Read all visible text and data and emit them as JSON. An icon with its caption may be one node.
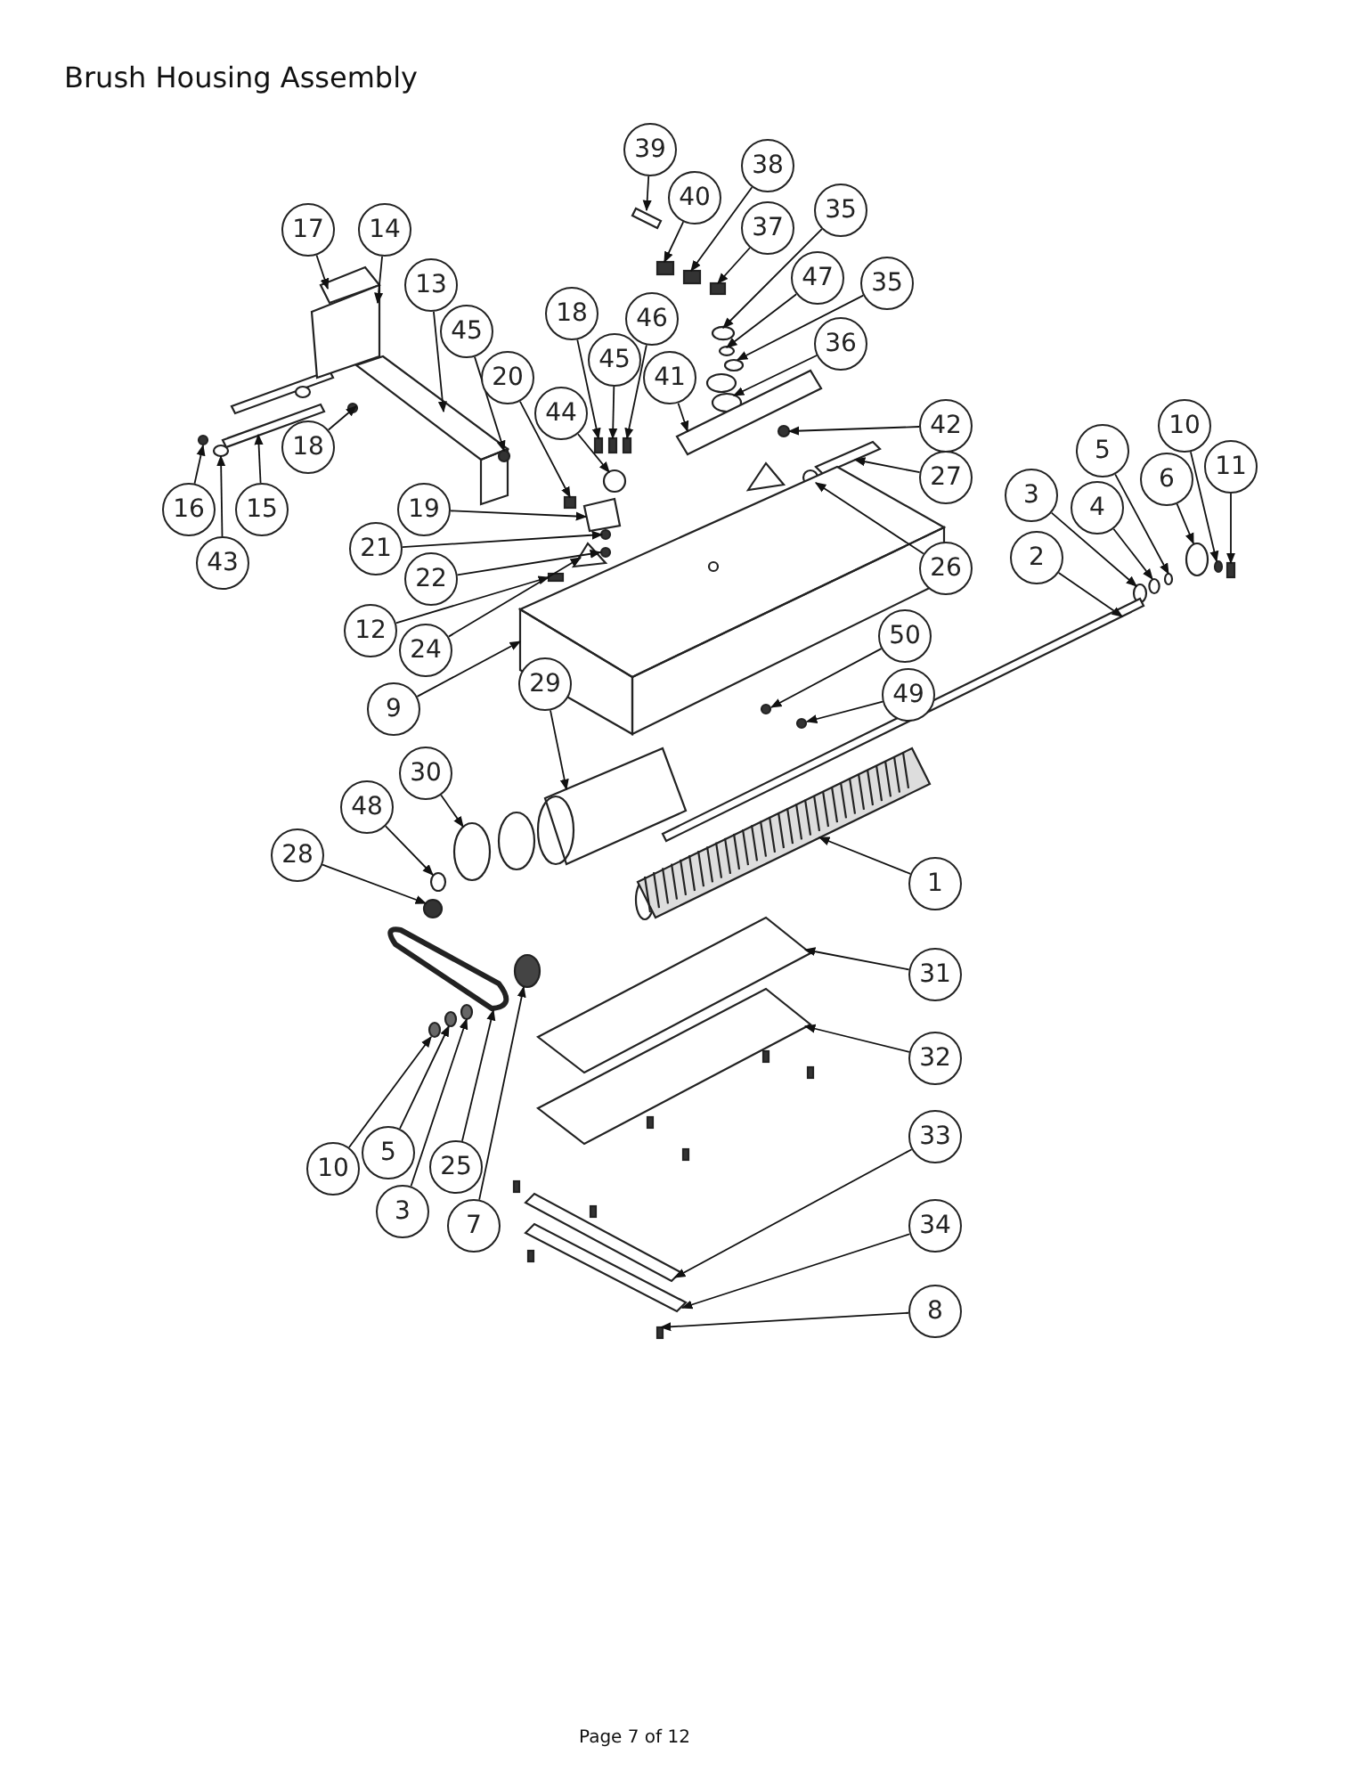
{
  "diagram": {
    "title": "Brush Housing Assembly",
    "nodes": [
      {
        "text": [
          "39"
        ]
      },
      {
        "text": [
          "40"
        ]
      },
      {
        "text": [
          "38"
        ]
      },
      {
        "text": [
          "37"
        ]
      },
      {
        "text": [
          "35"
        ]
      },
      {
        "text": [
          "47"
        ]
      },
      {
        "text": [
          "35"
        ]
      },
      {
        "text": [
          "36"
        ]
      },
      {
        "text": [
          "17"
        ]
      },
      {
        "text": [
          "14"
        ]
      },
      {
        "text": [
          "13"
        ]
      },
      {
        "text": [
          "45"
        ]
      },
      {
        "text": [
          "18"
        ]
      },
      {
        "text": [
          "45"
        ]
      },
      {
        "text": [
          "46"
        ]
      },
      {
        "text": [
          "20"
        ]
      },
      {
        "text": [
          "44"
        ]
      },
      {
        "text": [
          "41"
        ]
      },
      {
        "text": [
          "42"
        ]
      },
      {
        "text": [
          "27"
        ]
      },
      {
        "text": [
          "26"
        ]
      },
      {
        "text": [
          "18"
        ]
      },
      {
        "text": [
          "16"
        ]
      },
      {
        "text": [
          "15"
        ]
      },
      {
        "text": [
          "43"
        ]
      },
      {
        "text": [
          "19"
        ]
      },
      {
        "text": [
          "21"
        ]
      },
      {
        "text": [
          "22"
        ]
      },
      {
        "text": [
          "12"
        ]
      },
      {
        "text": [
          "24"
        ]
      },
      {
        "text": [
          "9"
        ]
      },
      {
        "text": [
          "5"
        ]
      },
      {
        "text": [
          "10"
        ]
      },
      {
        "text": [
          "4"
        ]
      },
      {
        "text": [
          "6"
        ]
      },
      {
        "text": [
          "11"
        ]
      },
      {
        "text": [
          "3"
        ]
      },
      {
        "text": [
          "2"
        ]
      },
      {
        "text": [
          "50"
        ]
      },
      {
        "text": [
          "49"
        ]
      },
      {
        "text": [
          "29"
        ]
      },
      {
        "text": [
          "30"
        ]
      },
      {
        "text": [
          "48"
        ]
      },
      {
        "text": [
          "28"
        ]
      },
      {
        "text": [
          "1"
        ]
      },
      {
        "text": [
          "31"
        ]
      },
      {
        "text": [
          "32"
        ]
      },
      {
        "text": [
          "10"
        ]
      },
      {
        "text": [
          "5"
        ]
      },
      {
        "text": [
          "25"
        ]
      },
      {
        "text": [
          "3"
        ]
      },
      {
        "text": [
          "7"
        ]
      },
      {
        "text": [
          "33"
        ]
      },
      {
        "text": [
          "34"
        ]
      },
      {
        "text": [
          "8"
        ]
      },
      {
        "text": [],
        "shape": "picture"
      },
      {
        "text": [],
        "shape": "box"
      },
      {
        "text": [],
        "shape": "box"
      },
      {
        "text": [],
        "shape": "box"
      },
      {
        "text": [],
        "shape": "circle"
      },
      {
        "text": [],
        "shape": "circle"
      },
      {
        "text": [],
        "shape": "circle"
      },
      {
        "text": [],
        "shape": "circle"
      },
      {
        "text": [],
        "shape": "picture"
      },
      {
        "text": [],
        "shape": "picture"
      },
      {
        "text": [],
        "shape": "picture"
      },
      {
        "text": [],
        "shape": "circle"
      },
      {
        "text": [],
        "shape": "box"
      },
      {
        "text": [],
        "shape": "box"
      },
      {
        "text": [],
        "shape": "box"
      },
      {
        "text": [],
        "shape": "box"
      },
      {
        "text": [],
        "shape": "circle"
      },
      {
        "text": [],
        "shape": "picture"
      },
      {
        "text": [],
        "shape": "circle"
      },
      {
        "text": [],
        "shape": "picture"
      },
      {
        "text": [],
        "shape": "circle"
      },
      {
        "text": [],
        "shape": "circle"
      },
      {
        "text": [],
        "shape": "circle"
      },
      {
        "text": [],
        "shape": "bar"
      },
      {
        "text": [],
        "shape": "circle"
      },
      {
        "text": [],
        "shape": "picture"
      },
      {
        "text": [],
        "shape": "circle"
      },
      {
        "text": [],
        "shape": "circle"
      },
      {
        "text": [],
        "shape": "box"
      },
      {
        "text": [],
        "shape": "picture"
      },
      {
        "text": [],
        "shape": "picture"
      },
      {
        "text": [],
        "shape": "circle"
      },
      {
        "text": [],
        "shape": "circle"
      },
      {
        "text": [],
        "shape": "circle"
      },
      {
        "text": [],
        "shape": "circle"
      },
      {
        "text": [],
        "shape": "box"
      },
      {
        "text": [],
        "shape": "circle"
      },
      {
        "text": [],
        "shape": "picture"
      },
      {
        "text": [],
        "shape": "circle"
      },
      {
        "text": [],
        "shape": "circle"
      },
      {
        "text": [],
        "shape": "picture"
      },
      {
        "text": [],
        "shape": "circle"
      },
      {
        "text": [],
        "shape": "circle"
      },
      {
        "text": [],
        "shape": "circle"
      },
      {
        "text": [],
        "shape": "picture"
      },
      {
        "text": [],
        "shape": "picture"
      },
      {
        "text": [],
        "shape": "picture"
      },
      {
        "text": [],
        "shape": "circle"
      },
      {
        "text": [],
        "shape": "circle"
      },
      {
        "text": [],
        "shape": "picture"
      },
      {
        "text": [],
        "shape": "circle"
      },
      {
        "text": [],
        "shape": "circle"
      },
      {
        "text": [],
        "shape": "picture"
      },
      {
        "text": [],
        "shape": "picture"
      },
      {
        "text": [],
        "shape": "box"
      }
    ],
    "edges": [
      {
        "from": 0,
        "to": 55,
        "arrow": "to"
      },
      {
        "from": 1,
        "to": 56,
        "arrow": "to"
      },
      {
        "from": 2,
        "to": 57,
        "arrow": "to"
      },
      {
        "from": 3,
        "to": 58,
        "arrow": "to"
      },
      {
        "from": 4,
        "to": 59,
        "arrow": "to"
      },
      {
        "from": 5,
        "to": 60,
        "arrow": "to"
      },
      {
        "from": 6,
        "to": 61,
        "arrow": "to"
      },
      {
        "from": 7,
        "to": 62,
        "arrow": "to"
      },
      {
        "from": 8,
        "to": 63,
        "arrow": "to"
      },
      {
        "from": 9,
        "to": 64,
        "arrow": "to"
      },
      {
        "from": 10,
        "to": 65,
        "arrow": "to"
      },
      {
        "from": 11,
        "to": 66,
        "arrow": "to"
      },
      {
        "from": 12,
        "to": 67,
        "arrow": "to"
      },
      {
        "from": 13,
        "to": 68,
        "arrow": "to"
      },
      {
        "from": 14,
        "to": 69,
        "arrow": "to"
      },
      {
        "from": 15,
        "to": 70,
        "arrow": "to"
      },
      {
        "from": 16,
        "to": 71,
        "arrow": "to"
      },
      {
        "from": 17,
        "to": 72,
        "arrow": "to"
      },
      {
        "from": 18,
        "to": 73,
        "arrow": "to"
      },
      {
        "from": 19,
        "to": 74,
        "arrow": "to"
      },
      {
        "from": 20,
        "to": 75,
        "arrow": "to"
      },
      {
        "from": 21,
        "to": 76,
        "arrow": "to"
      },
      {
        "from": 22,
        "to": 77,
        "arrow": "to"
      },
      {
        "from": 23,
        "to": 78,
        "arrow": "to"
      },
      {
        "from": 24,
        "to": 79,
        "arrow": "to"
      },
      {
        "from": 25,
        "to": 80,
        "arrow": "to"
      },
      {
        "from": 26,
        "to": 81,
        "arrow": "to"
      },
      {
        "from": 27,
        "to": 82,
        "arrow": "to"
      },
      {
        "from": 28,
        "to": 83,
        "arrow": "to"
      },
      {
        "from": 29,
        "to": 84,
        "arrow": "to"
      },
      {
        "from": 30,
        "to": 85,
        "arrow": "to"
      },
      {
        "from": 31,
        "to": 86,
        "arrow": "to"
      },
      {
        "from": 32,
        "to": 87,
        "arrow": "to"
      },
      {
        "from": 33,
        "to": 88,
        "arrow": "to"
      },
      {
        "from": 34,
        "to": 89,
        "arrow": "to"
      },
      {
        "from": 35,
        "to": 90,
        "arrow": "to"
      },
      {
        "from": 36,
        "to": 91,
        "arrow": "to"
      },
      {
        "from": 37,
        "to": 92,
        "arrow": "to"
      },
      {
        "from": 38,
        "to": 93,
        "arrow": "to"
      },
      {
        "from": 39,
        "to": 94,
        "arrow": "to"
      },
      {
        "from": 40,
        "to": 95,
        "arrow": "to"
      },
      {
        "from": 41,
        "to": 96,
        "arrow": "to"
      },
      {
        "from": 42,
        "to": 97,
        "arrow": "to"
      },
      {
        "from": 43,
        "to": 98,
        "arrow": "to"
      },
      {
        "from": 44,
        "to": 99,
        "arrow": "to"
      },
      {
        "from": 45,
        "to": 100,
        "arrow": "to"
      },
      {
        "from": 46,
        "to": 101,
        "arrow": "to"
      },
      {
        "from": 47,
        "to": 102,
        "arrow": "to"
      },
      {
        "from": 48,
        "to": 103,
        "arrow": "to"
      },
      {
        "from": 49,
        "to": 104,
        "arrow": "to"
      },
      {
        "from": 50,
        "to": 105,
        "arrow": "to"
      },
      {
        "from": 51,
        "to": 106,
        "arrow": "to"
      },
      {
        "from": 52,
        "to": 107,
        "arrow": "to"
      },
      {
        "from": 53,
        "to": 108,
        "arrow": "to"
      },
      {
        "from": 54,
        "to": 109,
        "arrow": "to"
      }
    ],
    "labels": [
      "Page 7 of 12"
    ]
  }
}
